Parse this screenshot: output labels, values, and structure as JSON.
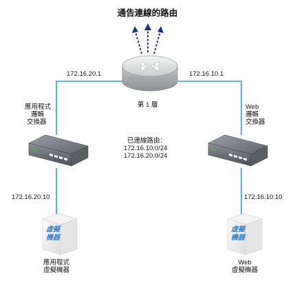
{
  "title": "通告連線的路由",
  "router": {
    "label": "第 1 層",
    "left_ip": "172.16.20.1",
    "right_ip": "172.16.10.1"
  },
  "left_switch": {
    "label_lines": [
      "應用程式",
      "邏輯",
      "交換器"
    ],
    "ip": "172.16.20.10"
  },
  "right_switch": {
    "label_lines": [
      "Web",
      "邏輯",
      "交換器"
    ],
    "ip": "172.16.10.10"
  },
  "connected_routes": {
    "heading": "已連線路由：",
    "routes": [
      "172.16.10.0/24",
      "172.16.20.0/24"
    ]
  },
  "left_vm": {
    "icon_text": [
      "虛擬",
      "機器"
    ],
    "label_lines": [
      "應用程式",
      "虛擬機器"
    ]
  },
  "right_vm": {
    "icon_text": [
      "虛擬",
      "機器"
    ],
    "label_lines": [
      "Web",
      "虛擬機器"
    ]
  },
  "colors": {
    "link": "#2a9fd6",
    "arrow": "#1f2f8f",
    "vm_text": "#3a7fc4"
  }
}
